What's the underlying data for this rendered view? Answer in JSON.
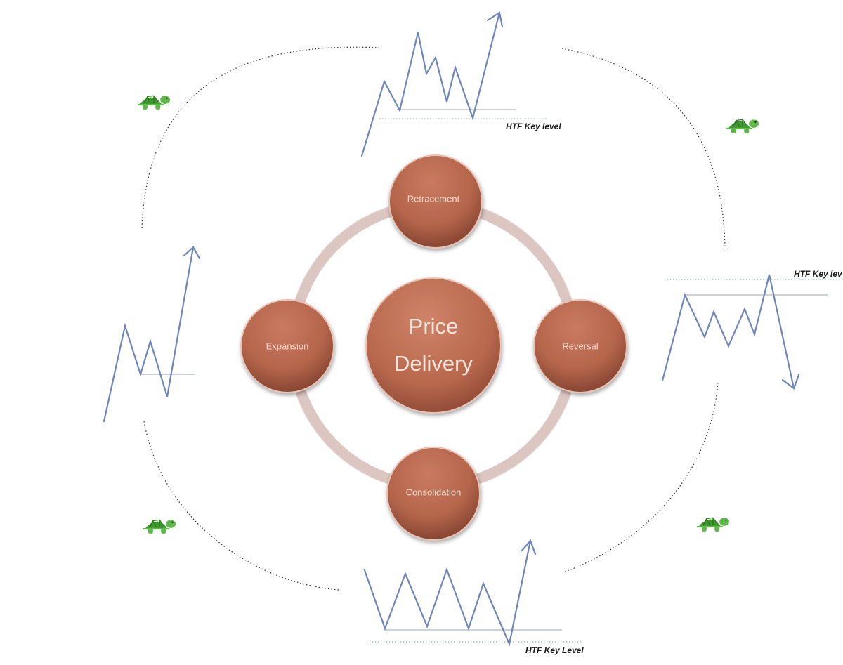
{
  "diagram": {
    "center_title": [
      "Price",
      "Delivery"
    ],
    "phases": {
      "retracement": "Retracement",
      "reversal": "Reversal",
      "consolidation": "Consolidation",
      "expansion": "Expansion"
    },
    "key_level_labels": {
      "retracement": "HTF Key level",
      "reversal": "HTF Key lev",
      "consolidation": "HTF Key Level"
    },
    "icons": [
      "turtle-icon",
      "turtle-icon",
      "turtle-icon",
      "turtle-icon"
    ],
    "colors": {
      "node_fill": "#b4654b",
      "ring": "#dcc6c2",
      "price_line": "#6f86bd",
      "turtle_shell": "#3f9a2f"
    }
  }
}
